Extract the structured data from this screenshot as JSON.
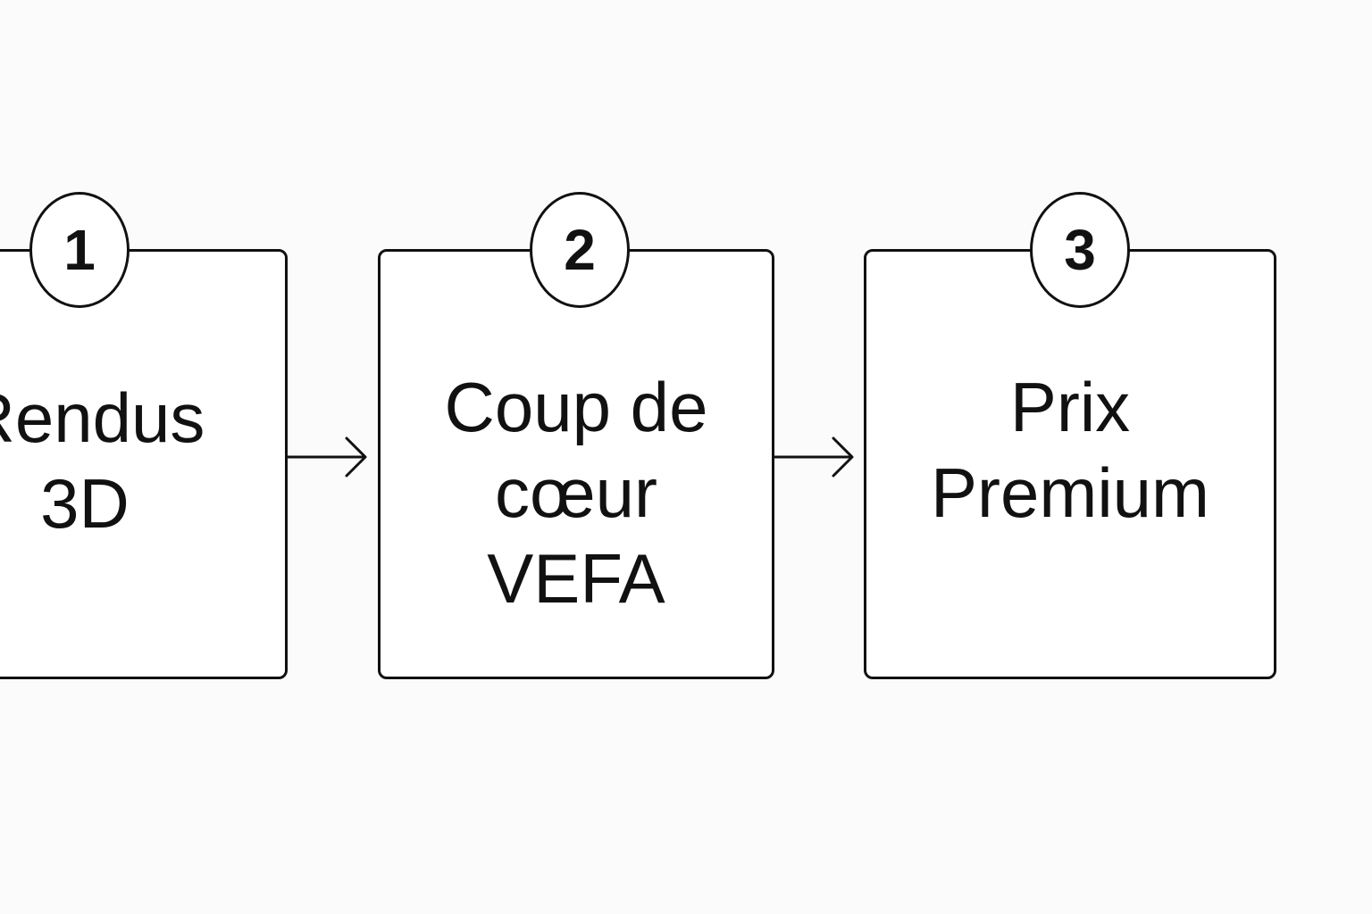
{
  "steps": [
    {
      "number": "1",
      "lines": [
        "Rendus",
        "3D"
      ]
    },
    {
      "number": "2",
      "lines": [
        "Coup de",
        "cœur",
        "VEFA"
      ]
    },
    {
      "number": "3",
      "lines": [
        "Prix",
        "Premium"
      ]
    }
  ],
  "colors": {
    "stroke": "#111111",
    "background": "#fbfbfb",
    "box_fill": "#ffffff"
  }
}
